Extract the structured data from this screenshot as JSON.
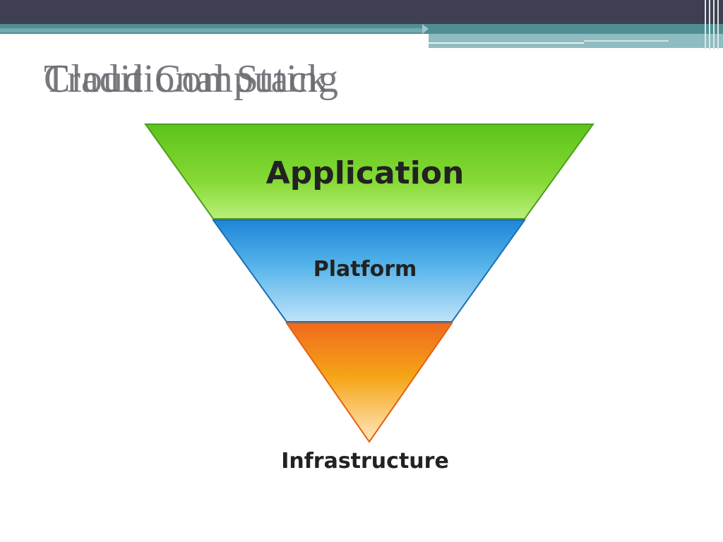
{
  "slide": {
    "title_layers": [
      "Traditional Stack",
      "Cloud Computing"
    ],
    "colors": {
      "top_bar": "#3f3f52",
      "teal_band": "#4f8f94",
      "right_band": "#8fbcc0",
      "title_text": "#6a6a72"
    }
  },
  "diagram": {
    "layers": [
      {
        "label": "Application",
        "color": "#79d42a"
      },
      {
        "label": "Platform",
        "color": "#4aa6e0"
      },
      {
        "label": "Infrastructure",
        "color": "#f4a21c"
      }
    ]
  }
}
